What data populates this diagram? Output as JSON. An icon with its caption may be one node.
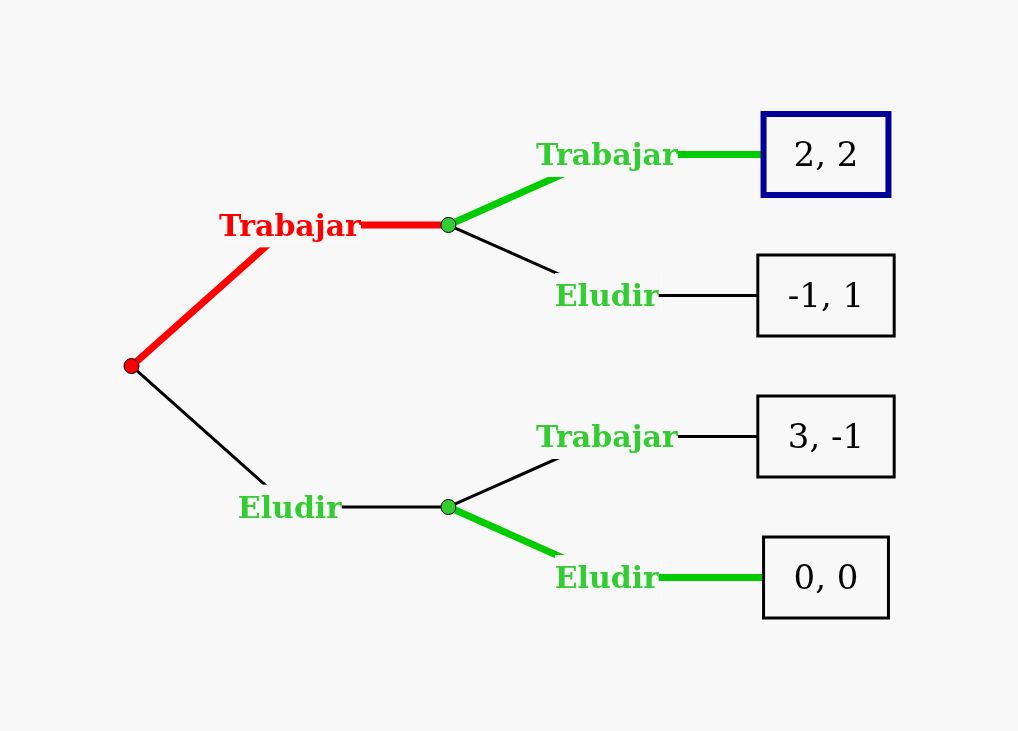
{
  "diagram": {
    "nodes": [
      {
        "text": [],
        "shape": "circle"
      },
      {
        "text": [],
        "shape": "circle"
      },
      {
        "text": [],
        "shape": "circle"
      },
      {
        "text": [
          "2, 2"
        ]
      },
      {
        "text": [
          "-1, 1"
        ]
      },
      {
        "text": [
          "3, -1"
        ]
      },
      {
        "text": [
          "0, 0"
        ]
      }
    ],
    "edges": [
      {
        "from": 0,
        "to": 1,
        "arrow": "none",
        "label": "Trabajar",
        "style": "thick",
        "color": "#ff0000"
      },
      {
        "from": 0,
        "to": 2,
        "arrow": "none",
        "label": "Eludir"
      },
      {
        "from": 1,
        "to": 3,
        "arrow": "none",
        "label": "Trabajar",
        "style": "thick",
        "color": "#00cc00"
      },
      {
        "from": 1,
        "to": 4,
        "arrow": "none",
        "label": "Eludir"
      },
      {
        "from": 2,
        "to": 5,
        "arrow": "none",
        "label": "Trabajar"
      },
      {
        "from": 2,
        "to": 6,
        "arrow": "none",
        "label": "Eludir",
        "style": "thick",
        "color": "#00cc00"
      }
    ]
  }
}
